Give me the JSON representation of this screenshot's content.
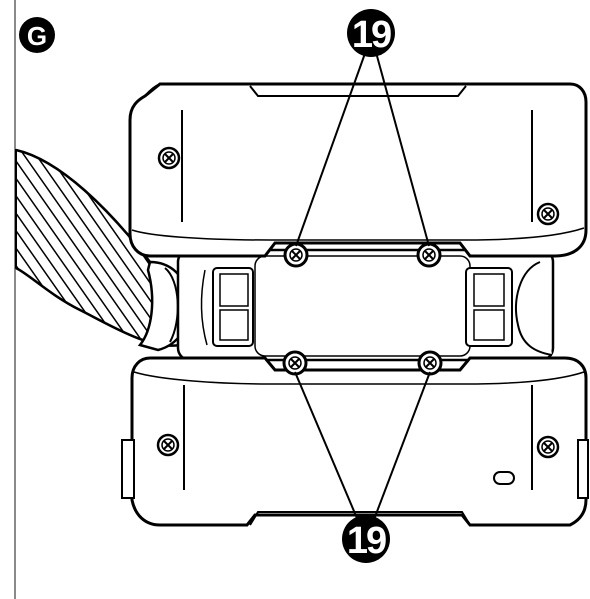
{
  "figure": {
    "label": "G",
    "callout_top": "19",
    "callout_bottom": "19"
  },
  "colors": {
    "ink": "#000000",
    "paper": "#ffffff",
    "frame": "#8a8a8a"
  }
}
